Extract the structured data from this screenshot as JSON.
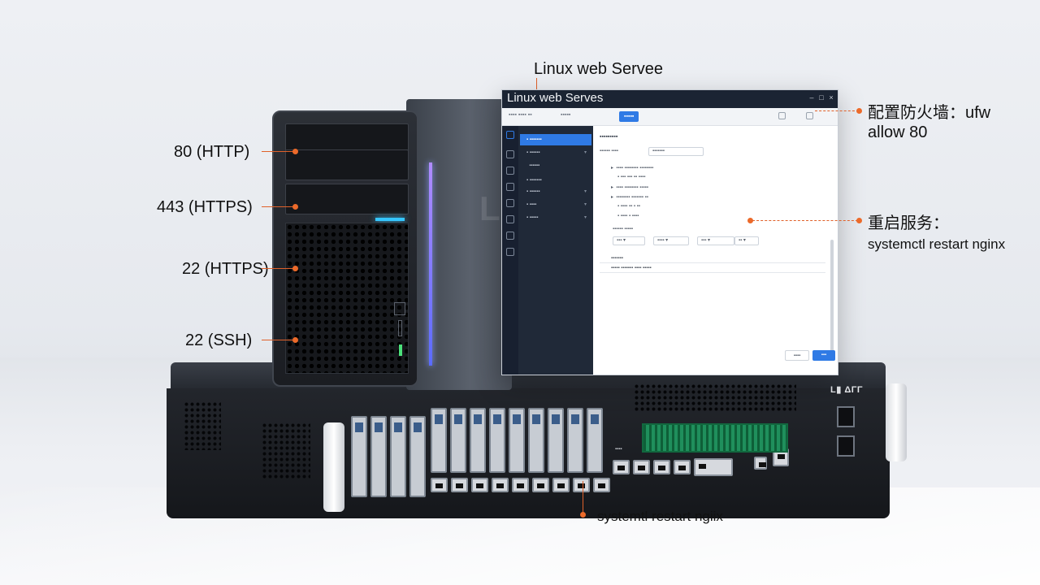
{
  "header": {
    "title": "Linux web Servee"
  },
  "callouts_left": [
    {
      "text": "80 (HTTP)"
    },
    {
      "text": "443 (HTTPS)"
    },
    {
      "text": "22 (HTTPS)"
    },
    {
      "text": "22 (SSH)"
    }
  ],
  "callouts_right": {
    "firewall_line1": "配置防火墙：ufw",
    "firewall_line2": "allow 80",
    "restart_line1": "重启服务：",
    "restart_line2": "systemctl restart nginx"
  },
  "callout_bottom": {
    "text": "systemtl restart ngiix"
  },
  "window": {
    "title": "Linux  web Serves"
  },
  "colors": {
    "accent": "#2f7ae5",
    "callout_orange": "#ec6a2a",
    "window_titlebar": "#1b2433",
    "sidebar": "#202938",
    "led_blue": "#35c6ff",
    "terminal_green": "#1f8f5c"
  },
  "icons": {
    "minimize": "minimize-icon",
    "maximize": "maximize-icon",
    "close": "close-icon"
  }
}
